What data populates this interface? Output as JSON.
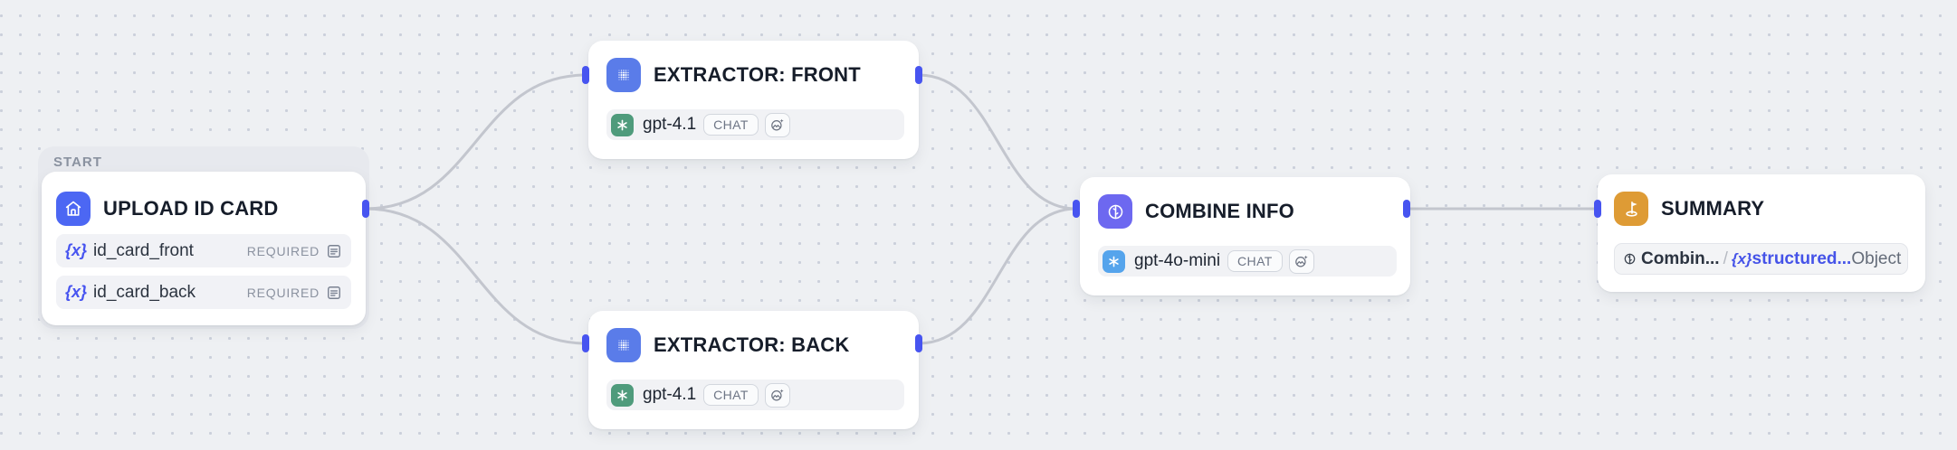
{
  "canvas": {
    "background": "#eef0f3",
    "dot_color": "#cbd0db"
  },
  "start_group": {
    "label": "START"
  },
  "nodes": {
    "upload": {
      "title": "UPLOAD ID CARD",
      "icon": "home-icon",
      "fields": [
        {
          "token": "{x}",
          "name": "id_card_front",
          "requirement": "REQUIRED"
        },
        {
          "token": "{x}",
          "name": "id_card_back",
          "requirement": "REQUIRED"
        }
      ]
    },
    "extractor_front": {
      "title": "EXTRACTOR: FRONT",
      "model": "gpt-4.1",
      "mode_badge": "CHAT"
    },
    "extractor_back": {
      "title": "EXTRACTOR: BACK",
      "model": "gpt-4.1",
      "mode_badge": "CHAT"
    },
    "combine": {
      "title": "COMBINE INFO",
      "model": "gpt-4o-mini",
      "mode_badge": "CHAT"
    },
    "summary": {
      "title": "SUMMARY",
      "reference": {
        "source": "Combin...",
        "separator": "/",
        "token": "{x}",
        "variable": "structured...",
        "type": "Object"
      }
    }
  },
  "colors": {
    "accent_handle": "#4754f0",
    "edge": "#c3c6ce",
    "start_icon_bg": "#4c67f3",
    "extractor_icon_bg": "#5a7ce9",
    "combine_icon_bg": "#6d68f0",
    "summary_icon_bg": "#de9b35",
    "openai_green": "#4f9b7c",
    "openai_blue": "#55a4ec"
  }
}
